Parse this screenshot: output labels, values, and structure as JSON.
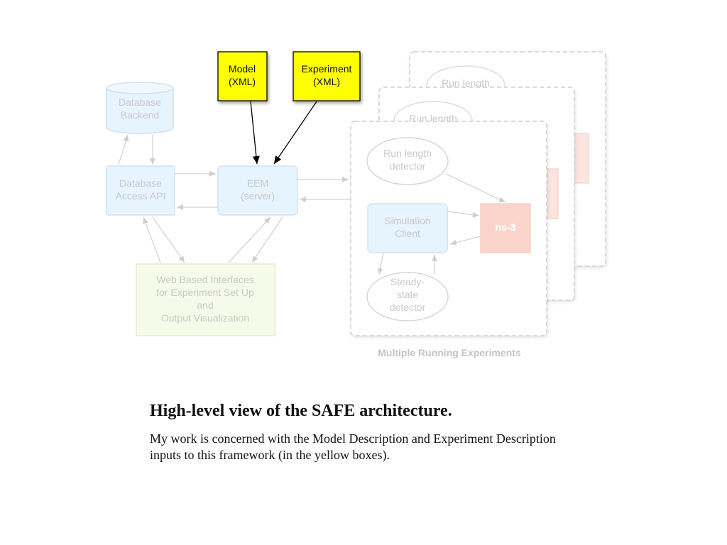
{
  "diagram": {
    "model_box": {
      "lines": [
        "Model",
        "(XML)"
      ],
      "color": "#ffff00"
    },
    "experiment_box": {
      "lines": [
        "Experiment",
        "(XML)"
      ],
      "color": "#ffff00"
    },
    "database_backend": {
      "lines": [
        "Database",
        "Backend"
      ]
    },
    "database_access_api": {
      "lines": [
        "Database",
        "Access API"
      ]
    },
    "eem_server": {
      "lines": [
        "EEM",
        "(server)"
      ]
    },
    "web_interfaces": {
      "lines": [
        "Web Based Interfaces",
        "for Experiment Set Up",
        "and",
        "Output Visualization"
      ]
    },
    "run_length_detector": {
      "lines": [
        "Run length",
        "detector"
      ]
    },
    "simulation_client": {
      "lines": [
        "Simulation",
        "Client"
      ]
    },
    "steady_state_detector": {
      "lines": [
        "Steady-",
        "state",
        "detector"
      ]
    },
    "ns3": {
      "label": "ns-3"
    },
    "back_panel_label_1": "Run length",
    "back_panel_label_2": "Run length",
    "panel_caption": "Multiple Running Experiments"
  },
  "caption": {
    "title": "High-level view of the SAFE architecture.",
    "body": "My work is concerned with the Model Description and Experiment Description inputs to this framework (in the yellow boxes)."
  }
}
